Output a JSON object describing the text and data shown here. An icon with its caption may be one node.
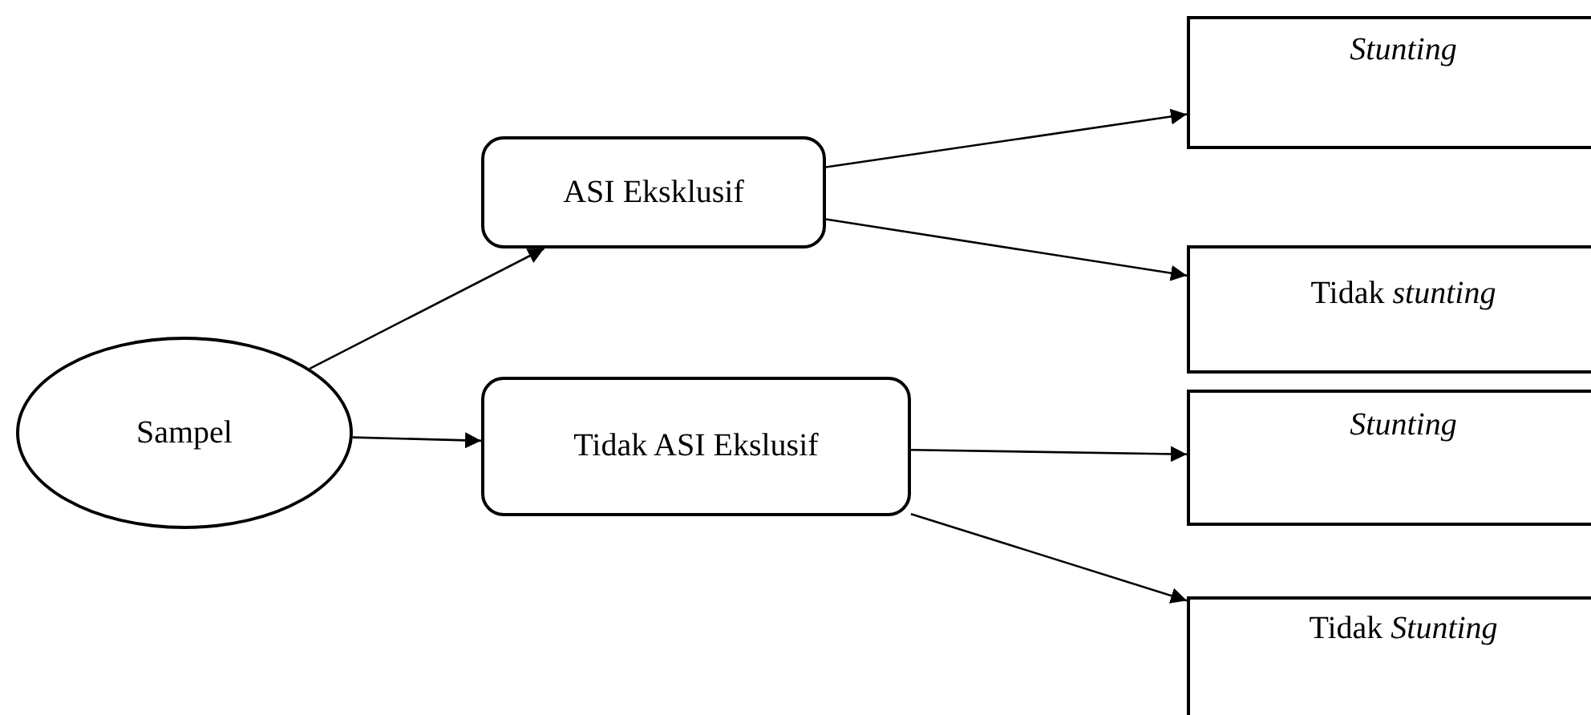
{
  "diagram": {
    "nodes": [
      {
        "text": [
          "Sampel"
        ]
      },
      {
        "text": [
          "ASI Eksklusif"
        ]
      },
      {
        "text": [
          "Tidak ASI Ekslusif"
        ]
      },
      {
        "text": [
          "Stunting"
        ]
      },
      {
        "text": [
          "Tidak *stunting*"
        ]
      },
      {
        "text": [
          "Stunting"
        ]
      },
      {
        "text": [
          "Tidak *Stunting*"
        ]
      }
    ],
    "edges": [
      {
        "from": 0,
        "to": 1,
        "arrow": "to"
      },
      {
        "from": 0,
        "to": 2,
        "arrow": "to"
      },
      {
        "from": 1,
        "to": 3,
        "arrow": "to"
      },
      {
        "from": 1,
        "to": 4,
        "arrow": "to"
      },
      {
        "from": 2,
        "to": 5,
        "arrow": "to"
      },
      {
        "from": 2,
        "to": 6,
        "arrow": "to"
      }
    ]
  }
}
